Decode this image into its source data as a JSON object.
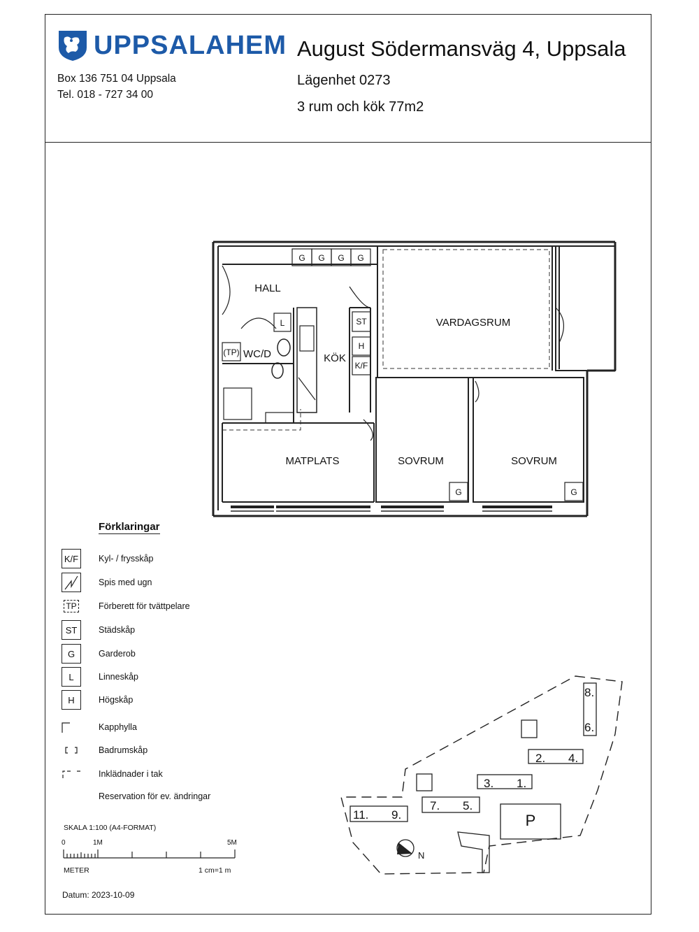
{
  "header": {
    "brand": "UPPSALAHEM",
    "address_line1": "Box 136  751 04 Uppsala",
    "address_line2": "Tel. 018 - 727 34 00",
    "title": "August Södermansväg 4, Uppsala",
    "apartment": "Lägenhet 0273",
    "size": "3 rum och kök  77m2"
  },
  "rooms": {
    "hall": "HALL",
    "wc": "WC/D",
    "kitchen": "KÖK",
    "living": "VARDAGSRUM",
    "dining": "MATPLATS",
    "bedroom1": "SOVRUM",
    "bedroom2": "SOVRUM"
  },
  "fixtures": {
    "g": "G",
    "l": "L",
    "st": "ST",
    "h": "H",
    "kf": "K/F",
    "tp": "(TP)"
  },
  "legend": {
    "title": "Förklaringar",
    "items": [
      {
        "symbol": "K/F",
        "label": "Kyl- / frysskåp"
      },
      {
        "symbol": "",
        "label": "Spis med ugn"
      },
      {
        "symbol": "TP",
        "label": "Förberett för tvättpelare"
      },
      {
        "symbol": "ST",
        "label": "Städskåp"
      },
      {
        "symbol": "G",
        "label": "Garderob"
      },
      {
        "symbol": "L",
        "label": "Linneskåp"
      },
      {
        "symbol": "H",
        "label": "Högskåp"
      },
      {
        "symbol": "",
        "label": "Kapphylla"
      },
      {
        "symbol": "",
        "label": "Badrumskåp"
      },
      {
        "symbol": "",
        "label": "Inklädnader i tak"
      }
    ],
    "note": "Reservation för ev. ändringar"
  },
  "scale": {
    "label": "SKALA 1:100 (A4-FORMAT)",
    "tick0": "0",
    "tick1": "1M",
    "tick5": "5M",
    "unit": "METER",
    "ratio": "1 cm=1 m"
  },
  "date": "Datum: 2023-10-09",
  "siteplan": {
    "labels": [
      "8.",
      "6.",
      "2.",
      "4.",
      "3.",
      "1.",
      "7.",
      "5.",
      "11.",
      "9."
    ],
    "parking": "P",
    "north": "N"
  }
}
